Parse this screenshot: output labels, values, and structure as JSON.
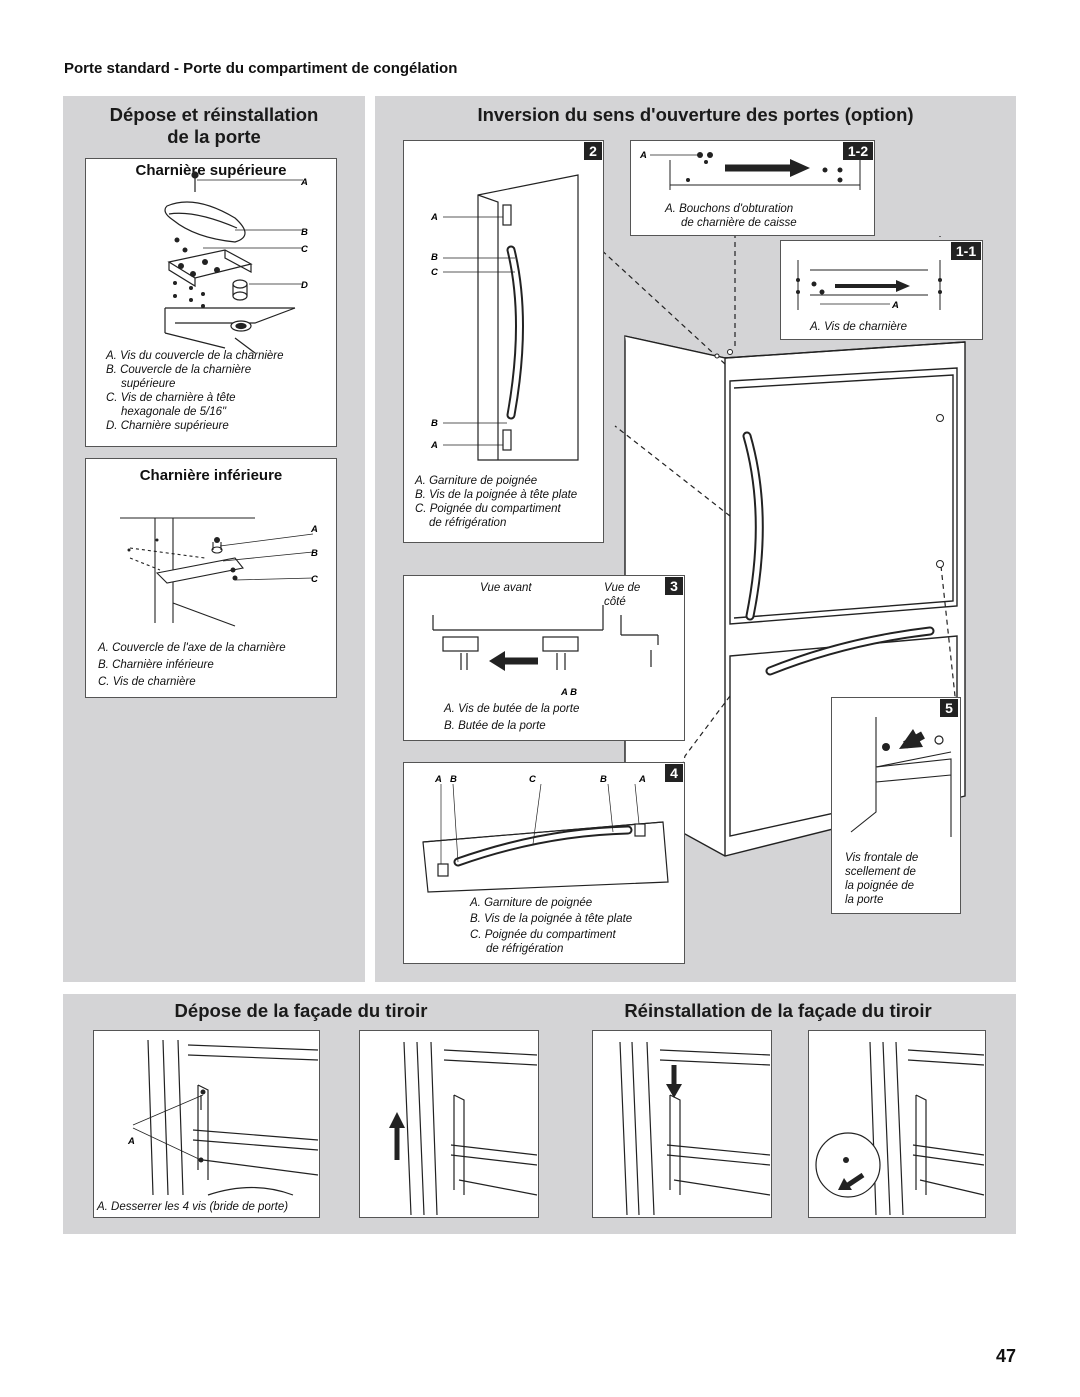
{
  "header": {
    "title": "Porte standard - Porte du compartiment de congélation"
  },
  "left_panel": {
    "title_line1": "Dépose et réinstallation",
    "title_line2": "de la porte",
    "upper_hinge": {
      "title": "Charnière supérieure",
      "letters": [
        "A",
        "B",
        "C",
        "D"
      ],
      "captions": [
        {
          "letter": "A.",
          "text": "Vis du couvercle de la charnière"
        },
        {
          "letter": "B.",
          "text": "Couvercle de la charnière"
        },
        {
          "letter": "",
          "text": "supérieure"
        },
        {
          "letter": "C.",
          "text": "Vis de charnière à tête"
        },
        {
          "letter": "",
          "text": "hexagonale de 5/16\""
        },
        {
          "letter": "D.",
          "text": "Charnière supérieure"
        }
      ]
    },
    "lower_hinge": {
      "title": "Charnière inférieure",
      "letters": [
        "A",
        "B",
        "C"
      ],
      "captions": [
        {
          "letter": "A.",
          "text": "Couvercle de l'axe de la charnière"
        },
        {
          "letter": "B.",
          "text": "Charnière inférieure"
        },
        {
          "letter": "C.",
          "text": "Vis de charnière"
        }
      ]
    }
  },
  "right_panel": {
    "title": "Inversion du sens d'ouverture des portes (option)",
    "step_1_2": {
      "badge": "1-2",
      "letter": "A",
      "captions": [
        {
          "letter": "A.",
          "text": "Bouchons d'obturation"
        },
        {
          "letter": "",
          "text": "de charnière de caisse"
        }
      ]
    },
    "step_1_1": {
      "badge": "1-1",
      "letter": "A",
      "captions": [
        {
          "letter": "A.",
          "text": "Vis de charnière"
        }
      ]
    },
    "step_2": {
      "badge": "2",
      "letters": [
        "A",
        "B",
        "C",
        "B",
        "A"
      ],
      "captions": [
        {
          "letter": "A.",
          "text": "Garniture de poignée"
        },
        {
          "letter": "B.",
          "text": "Vis de la poignée à tête plate"
        },
        {
          "letter": "C.",
          "text": "Poignée du compartiment"
        },
        {
          "letter": "",
          "text": "de réfrigération"
        }
      ]
    },
    "step_3": {
      "badge": "3",
      "front_view": "Vue avant",
      "side_view_1": "Vue de",
      "side_view_2": "côté",
      "letters": "A  B",
      "captions": [
        {
          "letter": "A.",
          "text": "Vis de butée de la porte"
        },
        {
          "letter": "B.",
          "text": "Butée de la porte"
        }
      ]
    },
    "step_4": {
      "badge": "4",
      "letters": [
        "A",
        "B",
        "C",
        "B",
        "A"
      ],
      "captions": [
        {
          "letter": "A.",
          "text": "Garniture de poignée"
        },
        {
          "letter": "B.",
          "text": "Vis de la poignée à tête plate"
        },
        {
          "letter": "C.",
          "text": "Poignée du compartiment"
        },
        {
          "letter": "",
          "text": "de réfrigération"
        }
      ]
    },
    "step_5": {
      "badge": "5",
      "captions": [
        "Vis frontale de",
        "scellement de",
        "la poignée de",
        "la porte"
      ]
    }
  },
  "bottom_panel": {
    "title_left": "Dépose de la façade du tiroir",
    "title_right": "Réinstallation de la façade du tiroir",
    "letter_a": "A",
    "caption": "A. Desserrer les 4 vis (bride de porte)"
  },
  "page_number": "47"
}
